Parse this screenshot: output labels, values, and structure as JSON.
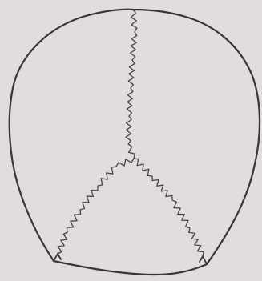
{
  "diagram": {
    "subject": "skull-vault-outline-with-sutures",
    "colors": {
      "background": "#e3dcdc",
      "outline": "#3a3436",
      "suture": "#4a4446"
    },
    "parts": [
      {
        "name": "skull-outline"
      },
      {
        "name": "sagittal-suture"
      },
      {
        "name": "left-lambdoid-suture"
      },
      {
        "name": "right-lambdoid-suture"
      },
      {
        "name": "occipital-base-edge"
      }
    ]
  }
}
